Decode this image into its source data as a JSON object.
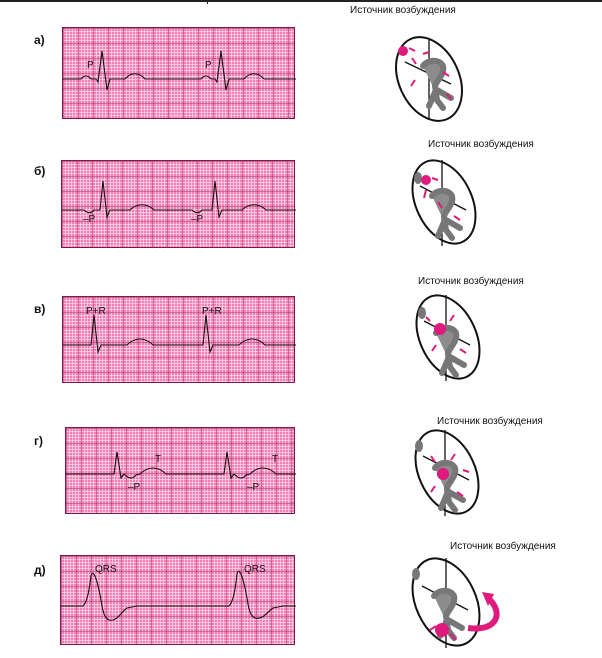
{
  "source_label": "Источник возбуждения",
  "colors": {
    "paper": "#f27fb4",
    "trace": "#111111",
    "focus": "#e0197d",
    "heart_fill": "#ffffff",
    "conduction": "#8c8c8c"
  },
  "panels": [
    {
      "letter": "а)",
      "wave_labels": [
        "P",
        "P"
      ]
    },
    {
      "letter": "б)",
      "wave_labels": [
        "–P",
        "–P"
      ]
    },
    {
      "letter": "в)",
      "wave_labels": [
        "P+R",
        "P+R"
      ]
    },
    {
      "letter": "г)",
      "wave_labels": [
        "T",
        "T",
        "–P",
        "–P"
      ]
    },
    {
      "letter": "д)",
      "wave_labels": [
        "QRS",
        "QRS"
      ]
    }
  ]
}
